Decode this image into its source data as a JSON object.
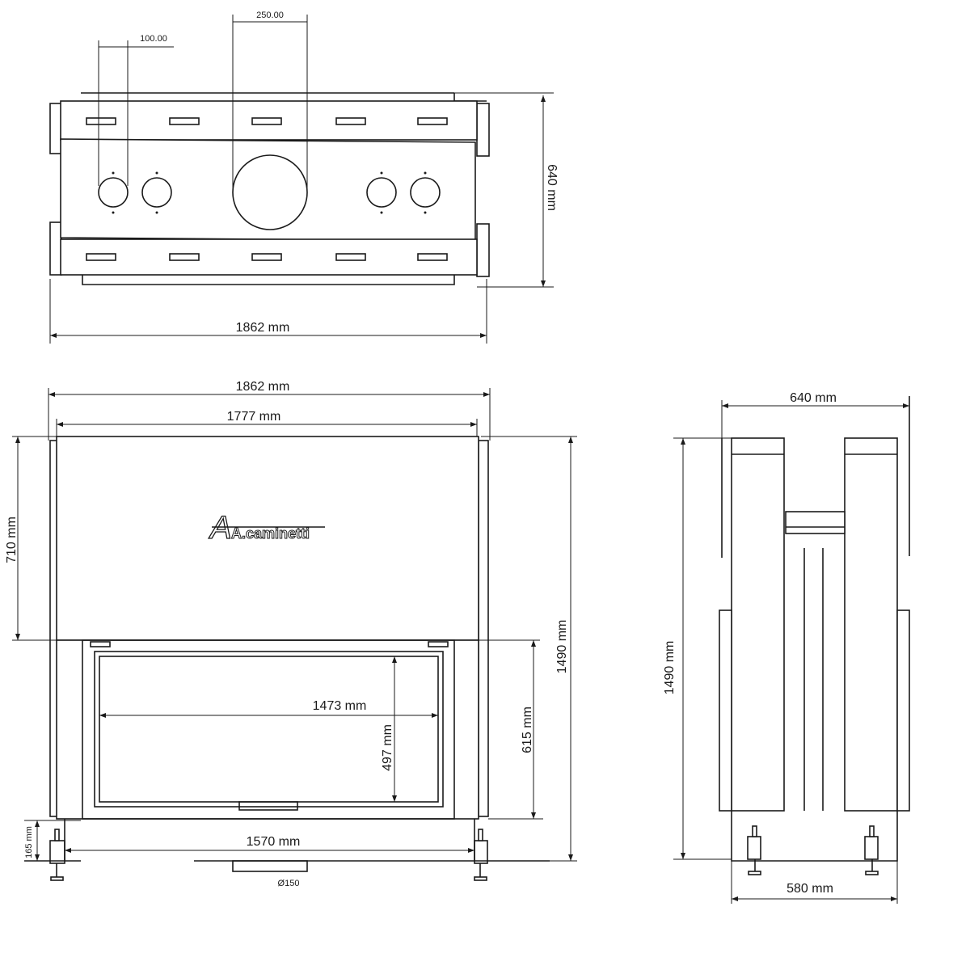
{
  "top_view": {
    "width_label": "1862 mm",
    "depth_label": "640 mm",
    "offset_small_label": "100.00",
    "flue_label": "250.00"
  },
  "front_view": {
    "overall_width_label": "1862  mm",
    "body_width_label": "1777 mm",
    "upper_height_label": "710 mm",
    "total_height_label": "1490 mm",
    "door_height_label": "615 mm",
    "glass_width_label": "1473 mm",
    "glass_height_label": "497 mm",
    "feet_span_label": "1570 mm",
    "feet_height_label": "165 mm",
    "flue_diameter_label": "Ø150",
    "logo_text": "A.caminetti"
  },
  "side_view": {
    "depth_label": "640 mm",
    "height_label": "1490 mm",
    "base_label": "580 mm"
  }
}
